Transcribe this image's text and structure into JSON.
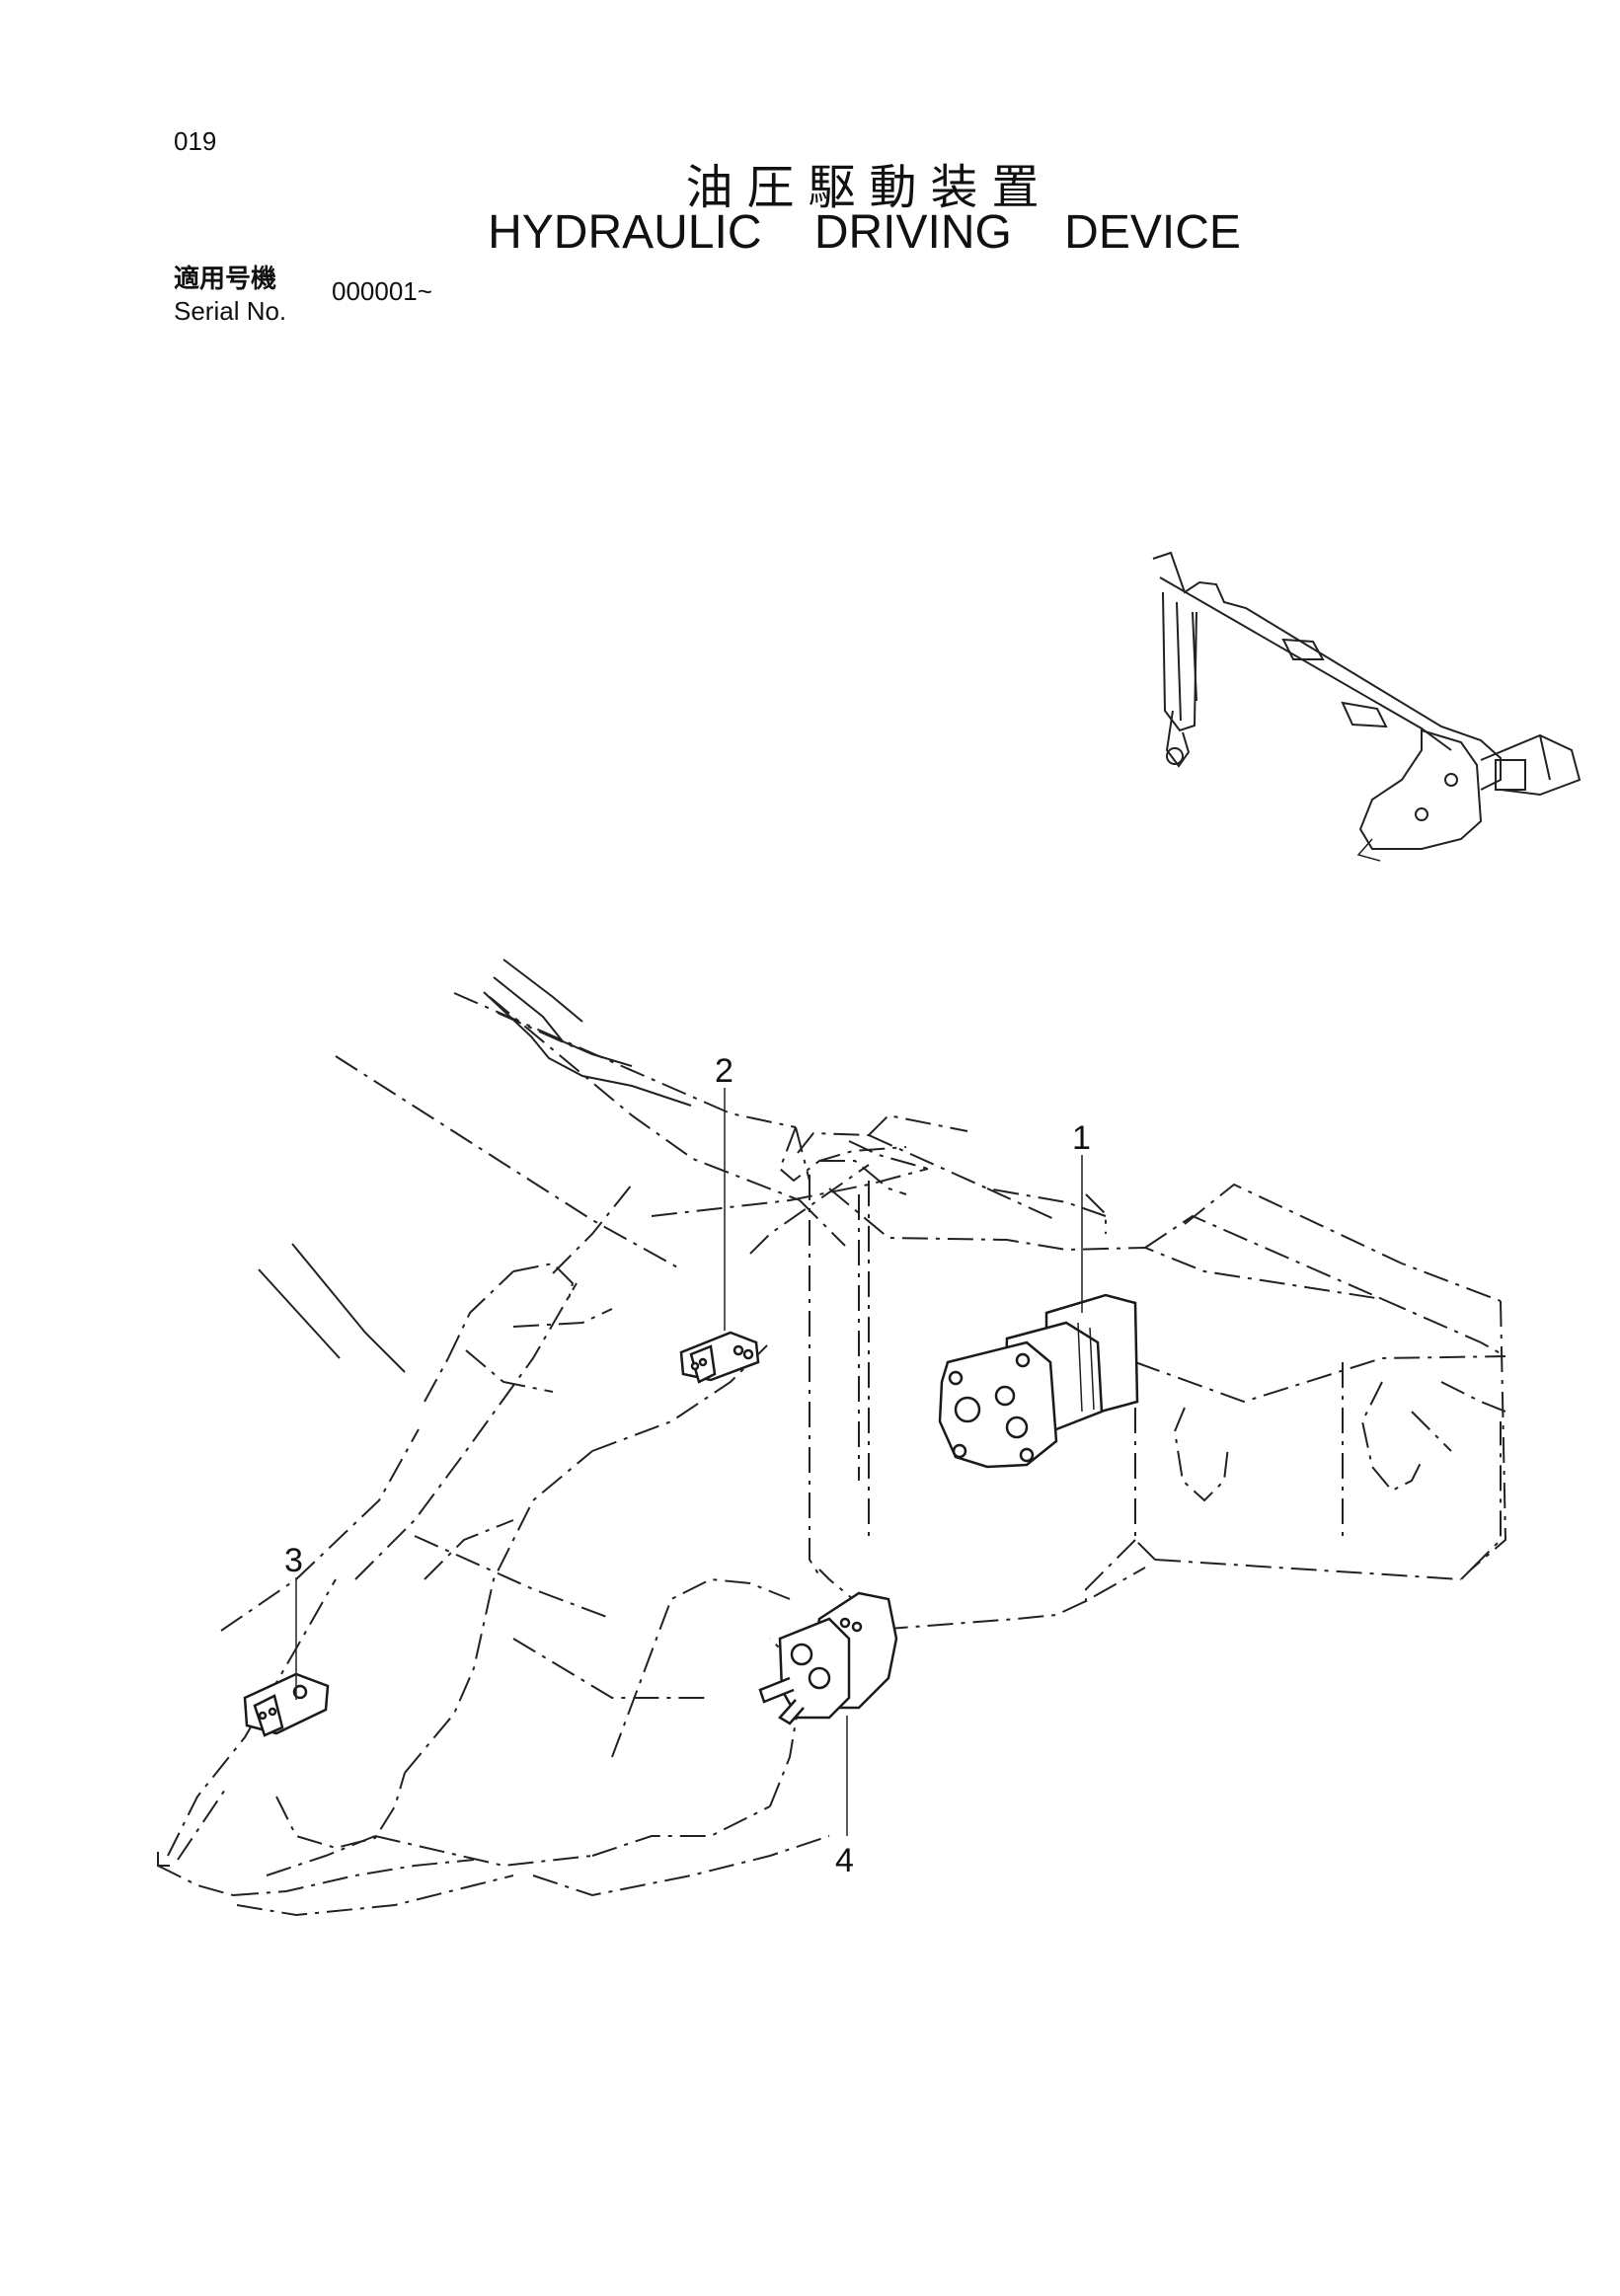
{
  "header": {
    "page_number": "019",
    "title_jp": "油圧駆動装置",
    "title_en": "HYDRAULIC DRIVING DEVICE",
    "serial_label_jp": "適用号機",
    "serial_label_en": "Serial No.",
    "serial_value": "000001~"
  },
  "callouts": [
    "1",
    "2",
    "3",
    "4"
  ]
}
